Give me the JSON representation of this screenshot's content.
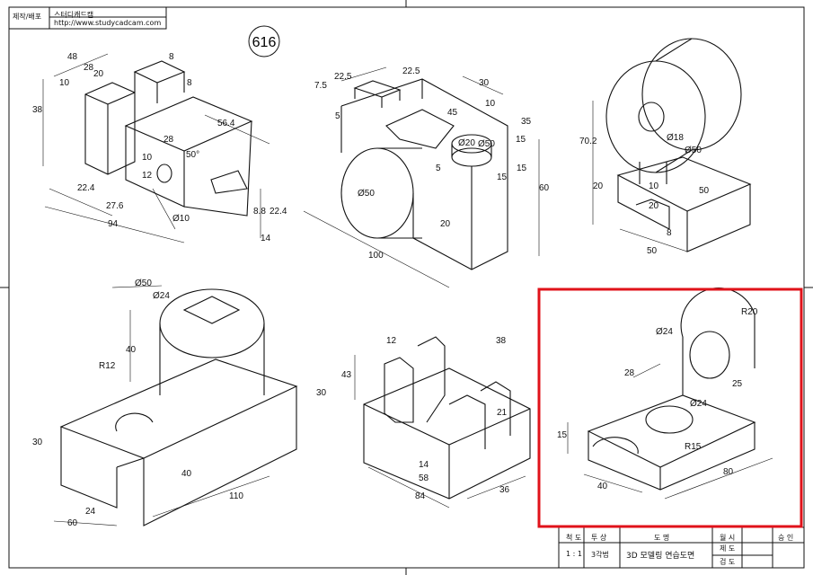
{
  "header": {
    "production_label": "제작/배포",
    "company": "스터디캐드캠",
    "url": "http://www.studycadcam.com"
  },
  "drawing_number": "616",
  "highlight_color": "#e0121a",
  "models": {
    "model1": {
      "dims": [
        "48",
        "28",
        "20",
        "10",
        "8",
        "8",
        "38",
        "56.4",
        "28",
        "50°",
        "10",
        "12",
        "22.4",
        "27.6",
        "94",
        "Ø10",
        "8.8",
        "22.4",
        "14"
      ]
    },
    "model2": {
      "dims": [
        "7.5",
        "22.5",
        "22.5",
        "30",
        "5",
        "45",
        "10",
        "35",
        "Ø50",
        "Ø20",
        "15",
        "5",
        "15",
        "15",
        "60",
        "Ø50",
        "20",
        "100"
      ]
    },
    "model3": {
      "dims": [
        "70.2",
        "Ø18",
        "Ø50",
        "10",
        "20",
        "20",
        "50",
        "8",
        "50"
      ]
    },
    "model4": {
      "dims": [
        "Ø50",
        "Ø24",
        "R12",
        "40",
        "30",
        "30",
        "40",
        "110",
        "24",
        "60"
      ]
    },
    "model5": {
      "dims": [
        "12",
        "38",
        "43",
        "21",
        "14",
        "58",
        "84",
        "36"
      ]
    },
    "model6": {
      "dims": [
        "R20",
        "Ø24",
        "28",
        "25",
        "Ø24",
        "15",
        "R15",
        "80",
        "40"
      ]
    }
  },
  "title_block": {
    "scale_label": "척 도",
    "projection_label": "투 상",
    "drawing_name_label": "도 명",
    "date_label": "월 시",
    "approval_label": "승 인",
    "scale_value": "1 : 1",
    "projection_value": "3각법",
    "drawing_name_value": "3D 모델링 연습도면",
    "drafted_label": "제 도",
    "checked_label": "검 도"
  }
}
